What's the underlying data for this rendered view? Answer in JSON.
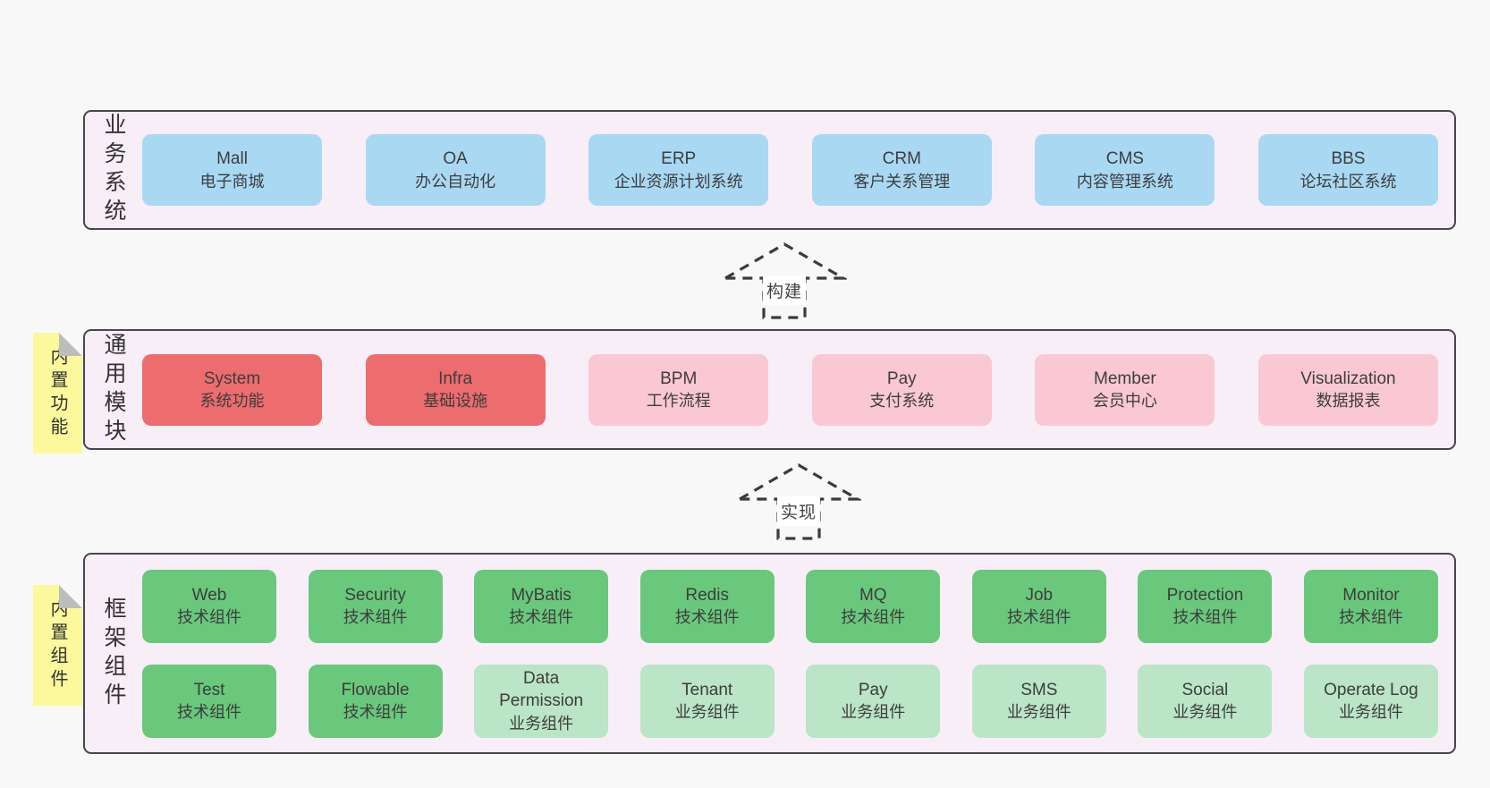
{
  "diagram": {
    "title_hint": "layered-architecture-diagram",
    "arrows": [
      {
        "label": "构建"
      },
      {
        "label": "实现"
      }
    ],
    "bands": [
      {
        "id": "business-systems",
        "label": "业务系统",
        "sticky": null,
        "rows": [
          [
            {
              "name": "Mall",
              "desc": "电子商城",
              "variant": "blue"
            },
            {
              "name": "OA",
              "desc": "办公自动化",
              "variant": "blue"
            },
            {
              "name": "ERP",
              "desc": "企业资源计划系统",
              "variant": "blue"
            },
            {
              "name": "CRM",
              "desc": "客户关系管理",
              "variant": "blue"
            },
            {
              "name": "CMS",
              "desc": "内容管理系统",
              "variant": "blue"
            },
            {
              "name": "BBS",
              "desc": "论坛社区系统",
              "variant": "blue"
            }
          ]
        ]
      },
      {
        "id": "common-modules",
        "label": "通用模块",
        "sticky": "内置功能",
        "rows": [
          [
            {
              "name": "System",
              "desc": "系统功能",
              "variant": "red"
            },
            {
              "name": "Infra",
              "desc": "基础设施",
              "variant": "red"
            },
            {
              "name": "BPM",
              "desc": "工作流程",
              "variant": "pink"
            },
            {
              "name": "Pay",
              "desc": "支付系统",
              "variant": "pink"
            },
            {
              "name": "Member",
              "desc": "会员中心",
              "variant": "pink"
            },
            {
              "name": "Visualization",
              "desc": "数据报表",
              "variant": "pink"
            }
          ]
        ]
      },
      {
        "id": "framework-components",
        "label": "框架组件",
        "sticky": "内置组件",
        "rows": [
          [
            {
              "name": "Web",
              "desc": "技术组件",
              "variant": "green-dark"
            },
            {
              "name": "Security",
              "desc": "技术组件",
              "variant": "green-dark"
            },
            {
              "name": "MyBatis",
              "desc": "技术组件",
              "variant": "green-dark"
            },
            {
              "name": "Redis",
              "desc": "技术组件",
              "variant": "green-dark"
            },
            {
              "name": "MQ",
              "desc": "技术组件",
              "variant": "green-dark"
            },
            {
              "name": "Job",
              "desc": "技术组件",
              "variant": "green-dark"
            },
            {
              "name": "Protection",
              "desc": "技术组件",
              "variant": "green-dark"
            },
            {
              "name": "Monitor",
              "desc": "技术组件",
              "variant": "green-dark"
            }
          ],
          [
            {
              "name": "Test",
              "desc": "技术组件",
              "variant": "green-dark"
            },
            {
              "name": "Flowable",
              "desc": "技术组件",
              "variant": "green-dark"
            },
            {
              "name": "Data Permission",
              "desc": "业务组件",
              "variant": "green-light"
            },
            {
              "name": "Tenant",
              "desc": "业务组件",
              "variant": "green-light"
            },
            {
              "name": "Pay",
              "desc": "业务组件",
              "variant": "green-light"
            },
            {
              "name": "SMS",
              "desc": "业务组件",
              "variant": "green-light"
            },
            {
              "name": "Social",
              "desc": "业务组件",
              "variant": "green-light"
            },
            {
              "name": "Operate Log",
              "desc": "业务组件",
              "variant": "green-light"
            }
          ]
        ]
      }
    ],
    "colors": {
      "page_bg": "#f8f8f8",
      "band_bg": "#f8eef7",
      "band_border": "#47464a",
      "blue": "#a9d8f3",
      "red": "#ed6c6e",
      "pink": "#f9c8d3",
      "green_dark": "#6ac87c",
      "green_light": "#bae5c6",
      "sticky_yellow": "#fbf99c",
      "fold_gray": "#bdbdbd",
      "text": "#3d3d3d",
      "arrow": "#3b3b3b"
    }
  }
}
